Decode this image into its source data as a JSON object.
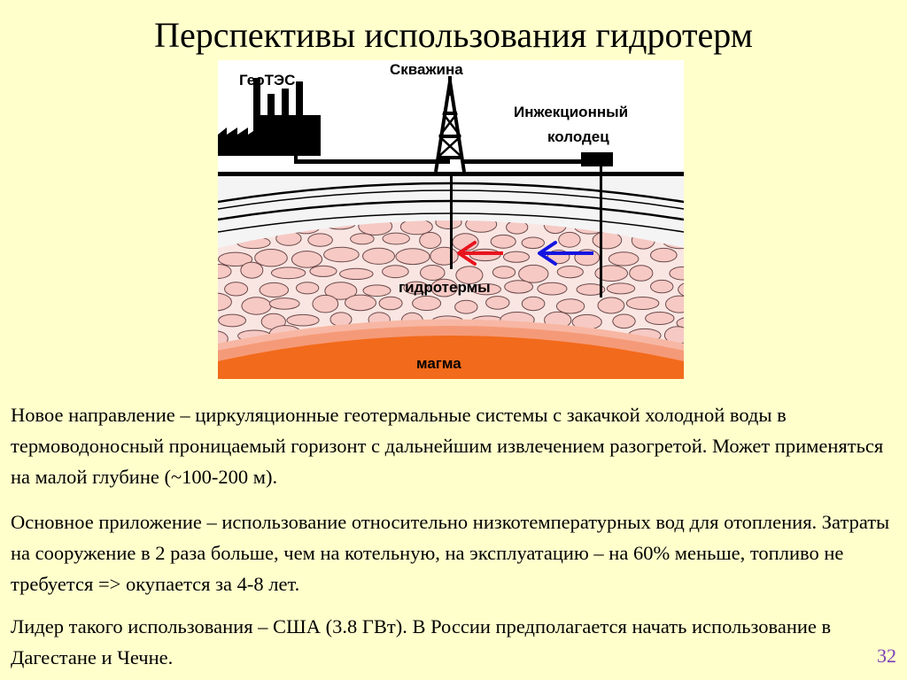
{
  "slide": {
    "title": "Перспективы использования гидротерм",
    "number": "32"
  },
  "diagram": {
    "labels": {
      "plant": "ГеоТЭС",
      "well": "Скважина",
      "injection_line1": "Инжекционный",
      "injection_line2": "колодец",
      "hydrotherms": "гидротермы",
      "magma": "магма"
    },
    "colors": {
      "hot_arrow": "#e8141e",
      "cold_arrow": "#1414e0",
      "magma": "#f26a1b",
      "rock": "#f6c9c4"
    }
  },
  "body": {
    "paragraphs": [
      "Новое направление – циркуляционные геотермальные системы с закачкой холодной воды в термоводоносный проницаемый горизонт с дальнейшим извлечением разогретой. Может применяться на малой глубине (~100-200 м).",
      "Основное приложение – использование относительно низкотемпературных вод для отопления. Затраты на сооружение в 2 раза больше, чем на котельную, на эксплуатацию – на 60% меньше, топливо не требуется => окупается за 4-8 лет.",
      "Лидер такого использования – США (3.8 ГВт). В России предполагается начать использование в Дагестане и Чечне."
    ]
  }
}
